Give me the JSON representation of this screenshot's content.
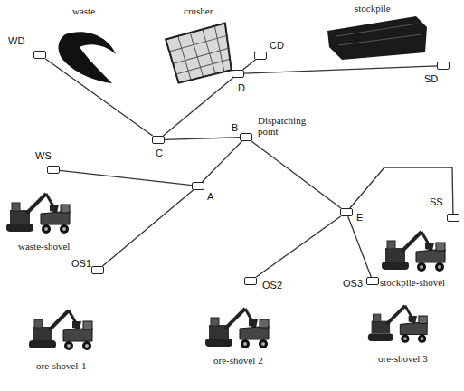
{
  "diagram": {
    "nodes": [
      {
        "text": [
          "WD"
        ]
      },
      {
        "text": [
          "CD"
        ]
      },
      {
        "text": [
          "SD"
        ]
      },
      {
        "text": [
          "C"
        ]
      },
      {
        "text": [
          "D"
        ]
      },
      {
        "text": [
          "B",
          "Dispatching point"
        ]
      },
      {
        "text": [
          "WS"
        ]
      },
      {
        "text": [
          "A"
        ]
      },
      {
        "text": [
          "E"
        ]
      },
      {
        "text": [
          "SS"
        ]
      },
      {
        "text": [
          "OS1"
        ]
      },
      {
        "text": [
          "OS2"
        ]
      },
      {
        "text": [
          "OS3"
        ]
      }
    ],
    "edges": [
      {
        "from": 0,
        "to": 3,
        "arrow": "none"
      },
      {
        "from": 3,
        "to": 4,
        "arrow": "none"
      },
      {
        "from": 4,
        "to": 1,
        "arrow": "none"
      },
      {
        "from": 4,
        "to": 2,
        "arrow": "none"
      },
      {
        "from": 3,
        "to": 5,
        "arrow": "none"
      },
      {
        "from": 6,
        "to": 7,
        "arrow": "none"
      },
      {
        "from": 7,
        "to": 5,
        "arrow": "none"
      },
      {
        "from": 7,
        "to": 10,
        "arrow": "none"
      },
      {
        "from": 5,
        "to": 8,
        "arrow": "none"
      },
      {
        "from": 8,
        "to": 11,
        "arrow": "none"
      },
      {
        "from": 8,
        "to": 12,
        "arrow": "none"
      },
      {
        "from": 8,
        "to": 9,
        "arrow": "none"
      }
    ],
    "labels": [
      "waste",
      "crusher",
      "stockpile",
      "waste-shovel",
      "stockpile-shovel",
      "ore-shovel-1",
      "ore-shovel 2",
      "ore-shovel 3"
    ]
  }
}
